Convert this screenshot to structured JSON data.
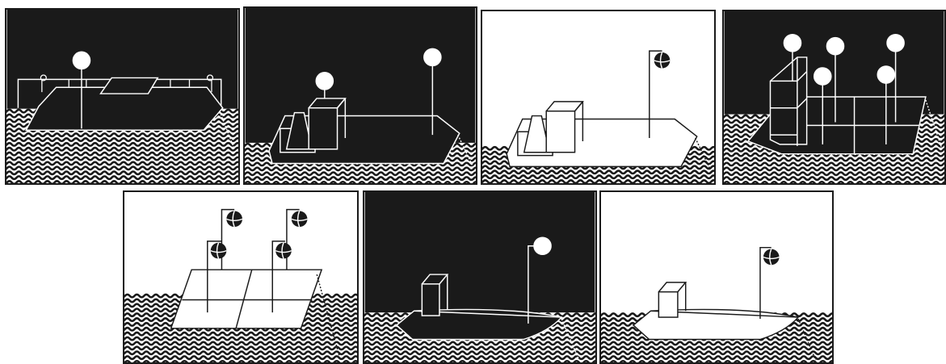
{
  "colors": {
    "ink": "#1a1a1a",
    "paper": "#ffffff"
  },
  "panels": [
    {
      "id": "p1",
      "theme": "night",
      "subject": "barge-with-crane"
    },
    {
      "id": "p2",
      "theme": "night",
      "subject": "work-barge-with-cabin"
    },
    {
      "id": "p3",
      "theme": "day",
      "subject": "work-barge-with-cabin"
    },
    {
      "id": "p4",
      "theme": "night",
      "subject": "barge-with-stack"
    },
    {
      "id": "p5",
      "theme": "day",
      "subject": "barge-quad-day"
    },
    {
      "id": "p6",
      "theme": "night",
      "subject": "boat-with-light"
    },
    {
      "id": "p7",
      "theme": "day",
      "subject": "boat-with-ball"
    }
  ]
}
